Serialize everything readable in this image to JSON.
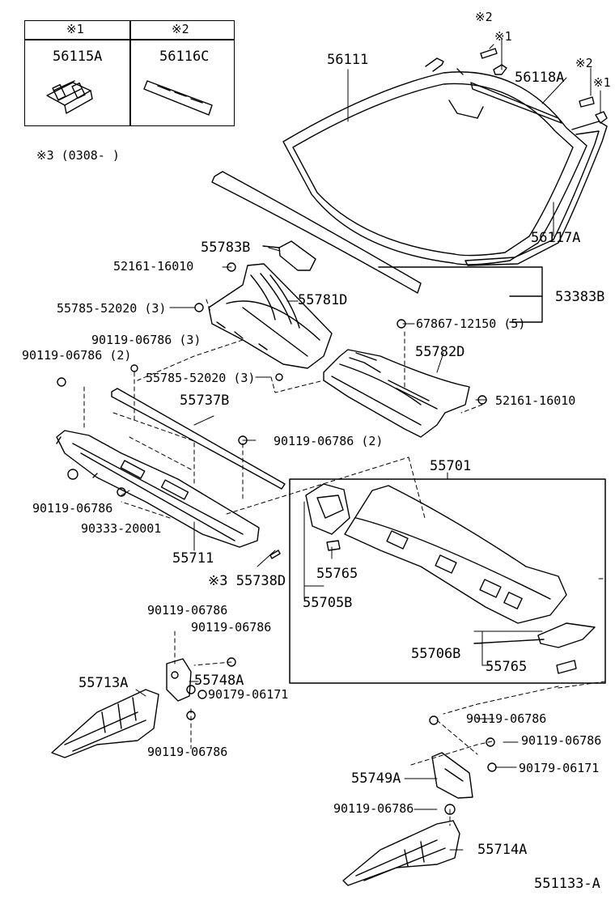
{
  "legend": {
    "col1_header": "※1",
    "col2_header": "※2",
    "col1_part": "56115A",
    "col2_part": "56116C"
  },
  "note": "※3 (0308-      )",
  "labels": {
    "m2": "※2",
    "m1": "※1",
    "m2b": "※2",
    "m1b": "※1",
    "p56111": "56111",
    "p56118A": "56118A",
    "p56117A": "56117A",
    "p55783B": "55783B",
    "p52161a": "52161-16010",
    "p55781D": "55781D",
    "p53383B": "53383B",
    "p55785a": "55785-52020 (3)",
    "p67867": "67867-12150 (5)",
    "p90119_3": "90119-06786 (3)",
    "p55782D": "55782D",
    "p90119_2a": "90119-06786 (2)",
    "p55785b": "55785-52020 (3)",
    "p52161b": "52161-16010",
    "p55737B": "55737B",
    "p90119_2b": "90119-06786 (2)",
    "p55701": "55701",
    "p90119a": "90119-06786",
    "p90333": "90333-20001",
    "p55711": "55711",
    "p55738D": "※3 55738D",
    "p55765a": "55765",
    "p55705B": "55705B",
    "p55706B": "55706B",
    "p55765b": "55765",
    "p90119b": "90119-06786",
    "p90119c": "90119-06786",
    "p55748A": "55748A",
    "p55713A": "55713A",
    "p90179a": "90179-06171",
    "p90119d": "90119-06786",
    "p90119e": "90119-06786",
    "p90119f": "90119-06786",
    "p55749A": "55749A",
    "p90179b": "90179-06171",
    "p90119g": "90119-06786",
    "p55714A": "55714A",
    "diagram_id": "551133-A"
  }
}
